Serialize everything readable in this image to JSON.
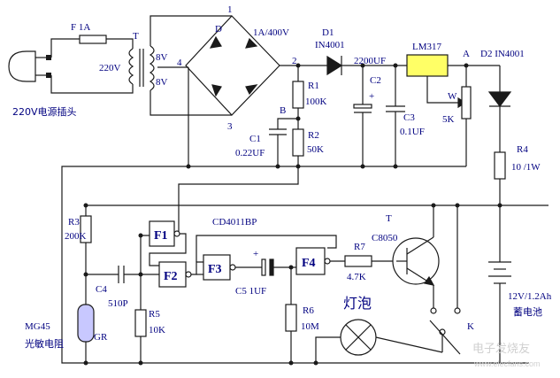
{
  "diagram": {
    "plug_label": "220V电源插头",
    "fuse_label": "F 1A",
    "transformer_label": "T",
    "primary_voltage": "220V",
    "secondary_top": "8V",
    "secondary_bottom": "8V",
    "center_tap": "4",
    "bridge_label": "D",
    "bridge_rating": "1A/400V",
    "bridge_node_1": "1",
    "bridge_node_2": "2",
    "bridge_node_3": "3",
    "d1_label": "D1",
    "d1_part": "IN4001",
    "c2_value": "2200UF",
    "c2_label": "C2",
    "c2_plus": "+",
    "regulator": "LM317",
    "node_a": "A",
    "d2_label": "D2  IN4001",
    "r1_label": "R1",
    "r1_value": "100K",
    "node_b": "B",
    "c1_label": "C1",
    "c1_value": "0.22UF",
    "r2_label": "R2",
    "r2_value": "50K",
    "c3_label": "C3",
    "c3_value": "0.1UF",
    "w_label": "W",
    "w_value": "5K",
    "r4_label": "R4",
    "r4_value": "10 /1W",
    "ic_label": "CD4011BP",
    "t_label": "T",
    "t_part": "C8050",
    "r3_label": "R3",
    "r3_value": "200K",
    "f1_label": "F1",
    "f2_label": "F2",
    "f3_label": "F3",
    "f4_label": "F4",
    "r7_label": "R7",
    "r7_value": "4.7K",
    "c4_label": "C4",
    "c4_value": "510P",
    "c5_label": "C5  1UF",
    "c5_plus": "+",
    "r5_label": "R5",
    "r5_value": "10K",
    "r6_label": "R6",
    "r6_value": "10M",
    "lamp_label": "灯泡",
    "k_label": "K",
    "battery_label": "12V/1.2Ah",
    "battery_cn": "蓄电池",
    "mg45_label": "MG45",
    "ldr_cn": "光敏电阻",
    "gr_label": "GR",
    "watermark": "电子发烧友",
    "watermark_url": "www.elecfans.com"
  }
}
